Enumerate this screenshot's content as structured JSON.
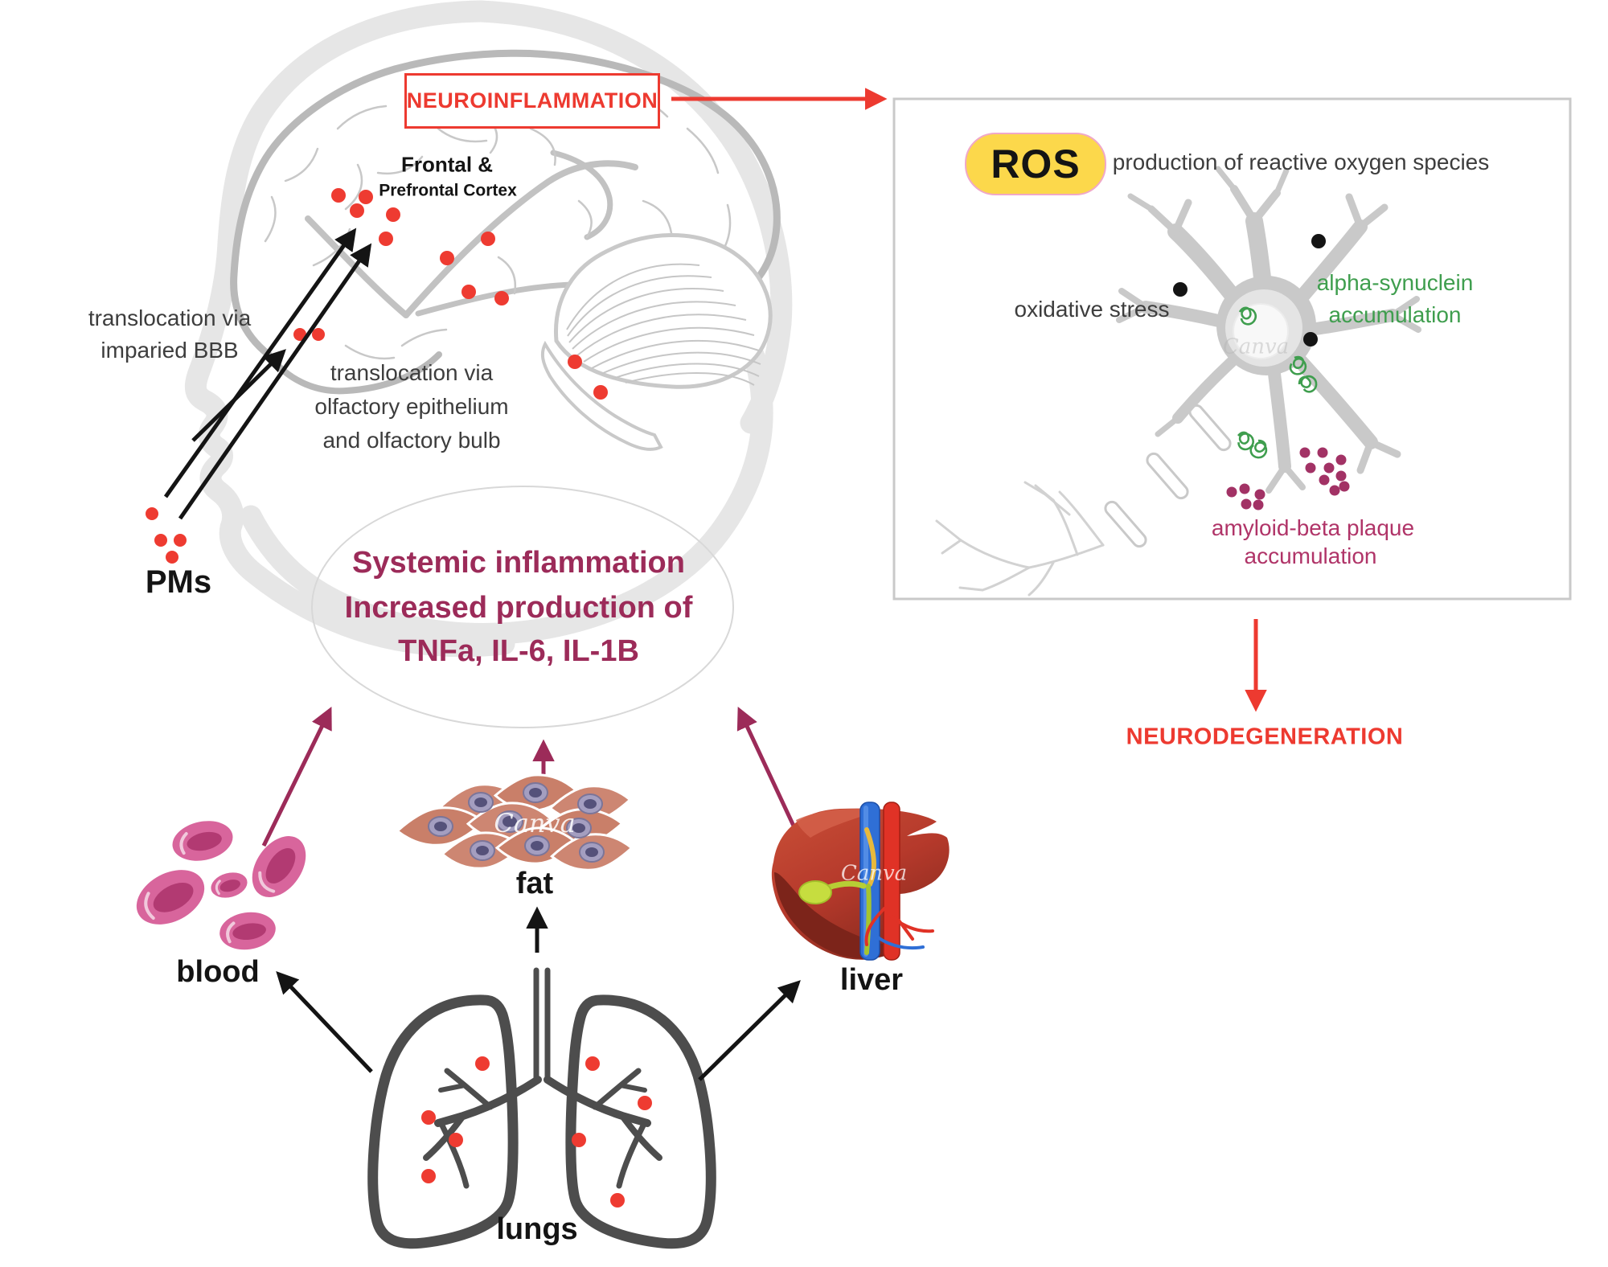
{
  "head_pathway": {
    "neuroinflammation_label": "NEUROINFLAMMATION",
    "brain_region_line1": "Frontal &",
    "brain_region_line2": "Prefrontal Cortex",
    "route_bbb_line1": "translocation via",
    "route_bbb_line2": "imparied BBB",
    "route_olfactory_line1": "translocation via",
    "route_olfactory_line2": "olfactory epithelium",
    "route_olfactory_line3": "and olfactory bulb",
    "pm_label": "PMs"
  },
  "systemic_inflammation": {
    "line1": "Systemic inflammation",
    "line2": "Increased production of",
    "line3": "TNFa, IL-6, IL-1B"
  },
  "ros_panel": {
    "badge": "ROS",
    "badge_description": "production of reactive oxygen species",
    "oxidative_label": "oxidative stress",
    "alpha_synuclein_line1": "alpha-synuclein",
    "alpha_synuclein_line2": "accumulation",
    "amyloid_line1": "amyloid-beta plaque",
    "amyloid_line2": "accumulation",
    "neuron_watermark": "Canva"
  },
  "neurodegeneration_label": "NEURODEGENERATION",
  "organs": {
    "blood": "blood",
    "fat": "fat",
    "liver": "liver",
    "lungs": "lungs"
  },
  "watermarks": {
    "fat": "Canva",
    "liver": "Canva"
  },
  "colors": {
    "red": "#ed3a30",
    "maroon_arrow": "#9c2b59",
    "systemic_text": "#9c2b59",
    "green_text": "#3f9e4e",
    "amyloid_text": "#b03468",
    "amyloid_dot": "#a23265",
    "ros_badge_fill": "#fcd84b",
    "ros_badge_border": "#f0a8c8",
    "body_text": "#3d3d3d",
    "lung_outline": "#4d4d4d",
    "blood_cell": "#d8659c",
    "blood_cell_inner": "#b23a72",
    "fat_cell": "#cd8672",
    "liver_body": "#b5392b",
    "neuron_gray": "#c9c9c9",
    "head_outline": "#e6e6e6",
    "brain_outline": "#b9b9b9"
  }
}
